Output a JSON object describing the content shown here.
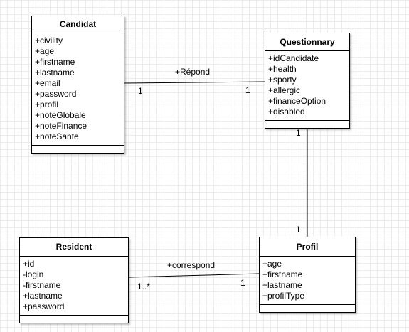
{
  "classes": {
    "candidat": {
      "name": "Candidat",
      "attributes": [
        "+civility",
        "+age",
        "+firstname",
        "+lastname",
        "+email",
        "+password",
        "+profil",
        "+noteGlobale",
        "+noteFinance",
        "+noteSante"
      ]
    },
    "questionnary": {
      "name": "Questionnary",
      "attributes": [
        "+idCandidate",
        "+health",
        "+sporty",
        "+allergic",
        "+financeOption",
        "+disabled"
      ]
    },
    "resident": {
      "name": "Resident",
      "attributes": [
        "+id",
        "-login",
        "-firstname",
        "+lastname",
        "+password"
      ]
    },
    "profil": {
      "name": "Profil",
      "attributes": [
        "+age",
        "+firstname",
        "+lastname",
        "+profilType"
      ]
    }
  },
  "associations": {
    "repond": {
      "label": "+Répond",
      "source_mult": "1",
      "target_mult": "1"
    },
    "questionnary_profil": {
      "source_mult": "1",
      "target_mult": "1"
    },
    "correspond": {
      "label": "+correspond",
      "source_mult": "1..*",
      "target_mult": "1"
    }
  }
}
